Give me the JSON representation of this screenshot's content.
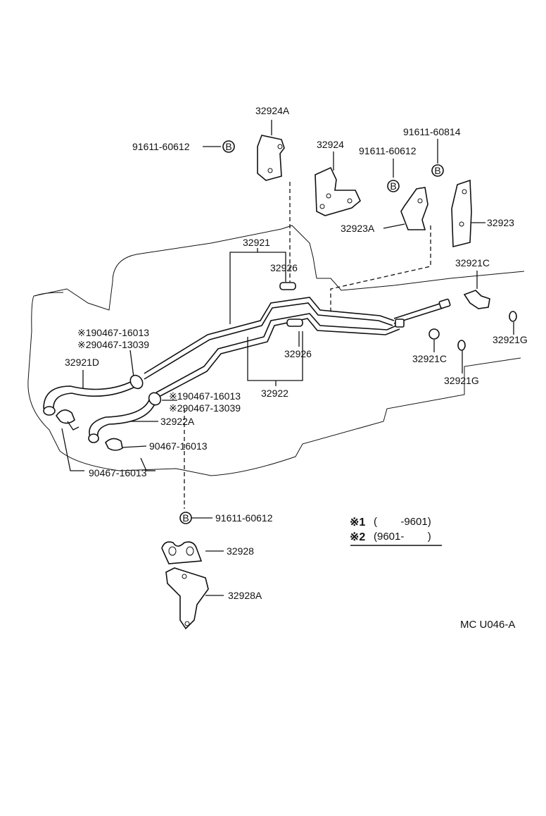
{
  "labels": {
    "p32924A": "32924A",
    "p32924": "32924",
    "b91611_60612_top": "91611-60612",
    "b91611_60612_mid": "91611-60612",
    "b91611_60814": "91611-60814",
    "p32923": "32923",
    "p32923A": "32923A",
    "p32921": "32921",
    "p32926_top": "32926",
    "p32926_bot": "32926",
    "p32921C_top": "32921C",
    "p32921C_mid": "32921C",
    "p32921G_right": "32921G",
    "p32921G_mid": "32921G",
    "p32922": "32922",
    "p32921D": "32921D",
    "p32922A": "32922A",
    "clamp1_line1": "※190467-16013",
    "clamp1_line2": "※290467-13039",
    "clamp2_line1": "※190467-16013",
    "clamp2_line2": "※290467-13039",
    "clamp3": "90467-16013",
    "clamp4": "90467-16013",
    "b91611_60612_bottom": "91611-60612",
    "p32928": "32928",
    "p32928A": "32928A",
    "bolt_mark": "B",
    "code": "MC  U046-A"
  },
  "legend": {
    "mark1": "※1",
    "range1": "(        -9601)",
    "mark2": "※2",
    "range2": "(9601-        )"
  }
}
